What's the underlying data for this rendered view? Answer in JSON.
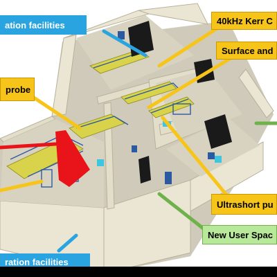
{
  "callouts": {
    "top_left": "ation facilities",
    "top_right": "40kHz Kerr C",
    "surface": "Surface and",
    "probe": "probe",
    "ultrashort": "Ultrashort pu",
    "new_user": "New User Spac",
    "bottom_left": "ration facilities"
  },
  "colors": {
    "callout_cyan": "#2aa4e0",
    "callout_yellow": "#f7c51a",
    "callout_green": "#b8e89a",
    "wall": "#e9e4d2",
    "floor": "#c9c4b3",
    "red_beam": "#e8141a",
    "optical_table": "#d8d34a",
    "equipment_blue": "#2c5aa0"
  },
  "icons": [
    "arrow-icon"
  ]
}
